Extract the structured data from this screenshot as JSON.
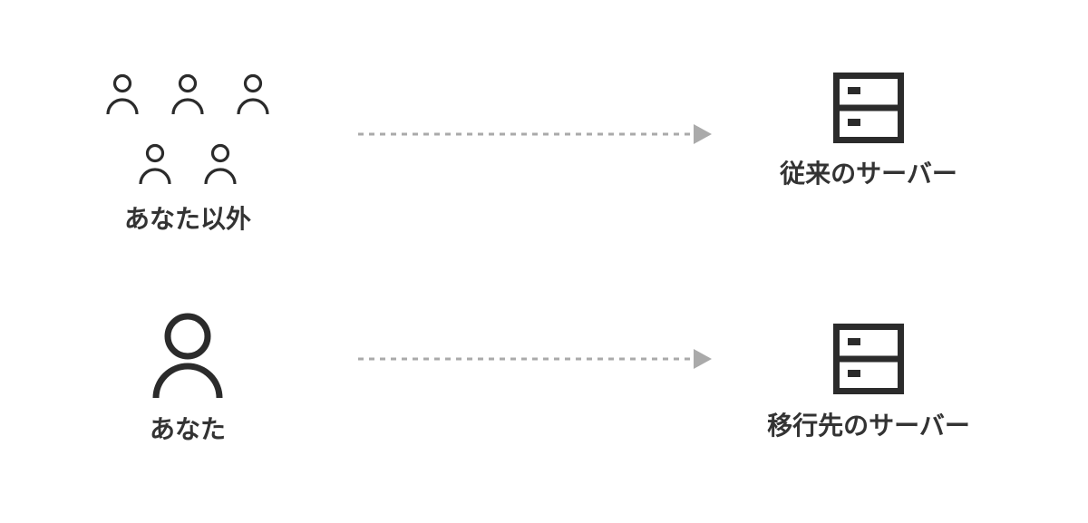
{
  "rows": [
    {
      "source_label": "あなた以外",
      "target_label": "従来のサーバー"
    },
    {
      "source_label": "あなた",
      "target_label": "移行先のサーバー"
    }
  ],
  "colors": {
    "icon": "#2b2b2b",
    "text": "#333333",
    "arrow": "#aaaaaa"
  }
}
